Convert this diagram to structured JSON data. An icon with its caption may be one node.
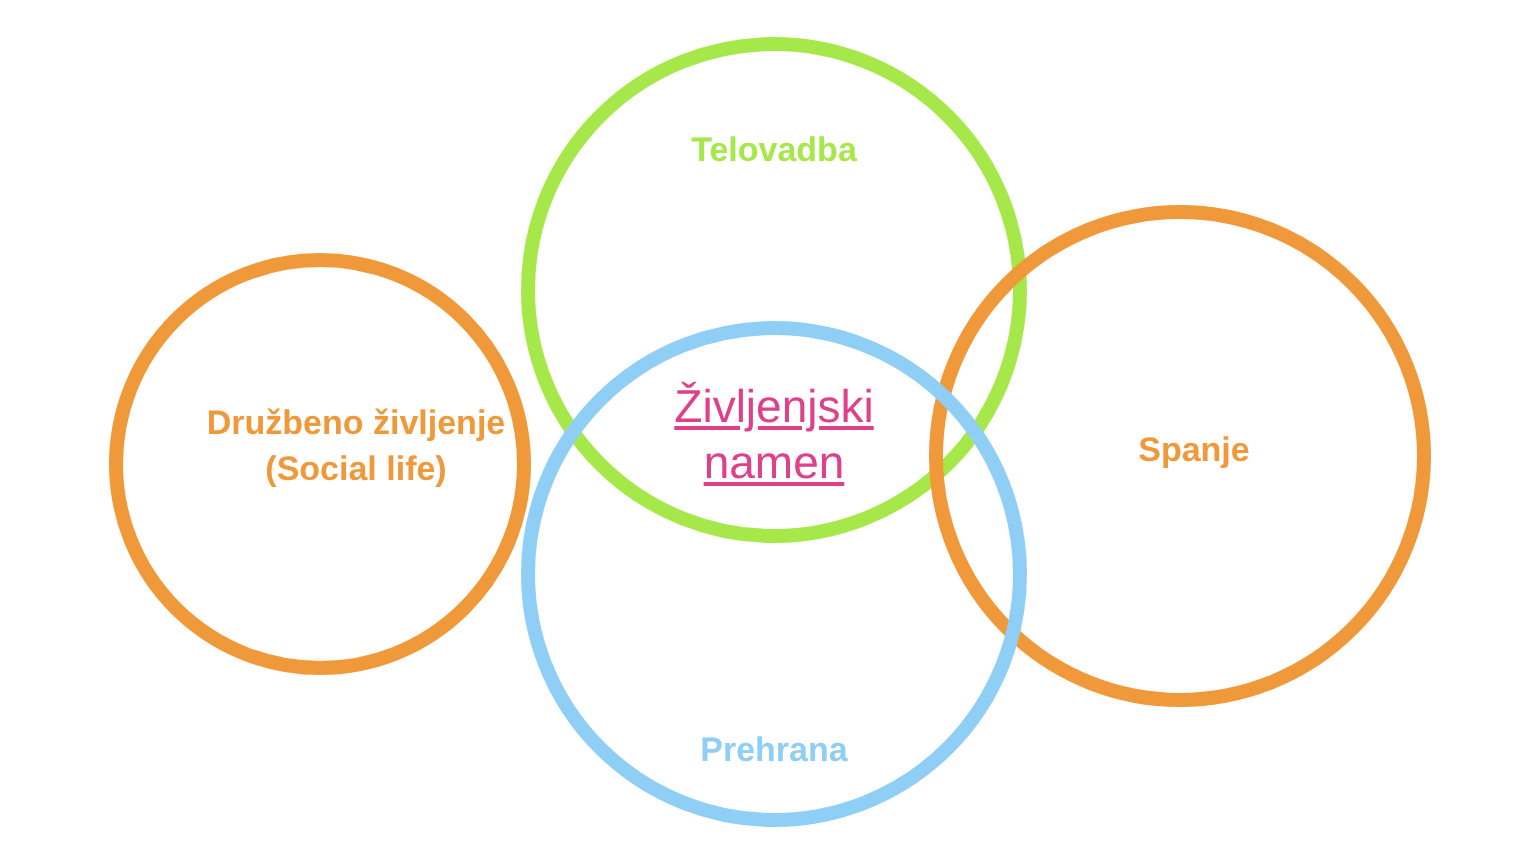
{
  "diagram": {
    "nodes": [
      {
        "text": [
          "Telovadba"
        ]
      },
      {
        "text": [
          "Družbeno življenje (Social life)"
        ]
      },
      {
        "text": [
          "Spanje"
        ]
      },
      {
        "text": [
          "Prehrana"
        ]
      }
    ],
    "labels": [
      "Življenjski namen"
    ]
  }
}
